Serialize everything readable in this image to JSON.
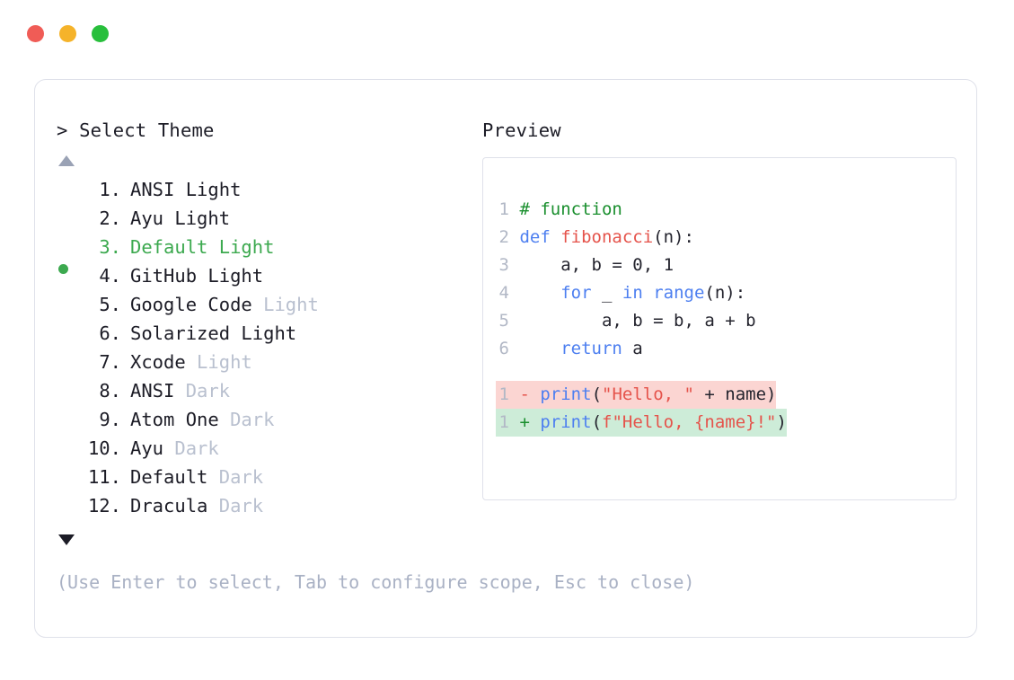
{
  "window": {
    "dots": [
      {
        "name": "close",
        "color": "#f05c56"
      },
      {
        "name": "minimize",
        "color": "#f5b32a"
      },
      {
        "name": "maximize",
        "color": "#28bf3c"
      }
    ]
  },
  "prompt": {
    "chevron": ">",
    "title": "Select Theme",
    "scroll_up_icon": "triangle-up",
    "scroll_down_icon": "triangle-down"
  },
  "themes": [
    {
      "number": "1.",
      "name": "ANSI",
      "variant": "Light",
      "variant_muted": false,
      "selected": false
    },
    {
      "number": "2.",
      "name": "Ayu",
      "variant": "Light",
      "variant_muted": false,
      "selected": false
    },
    {
      "number": "3.",
      "name": "Default",
      "variant": "Light",
      "variant_muted": false,
      "selected": true
    },
    {
      "number": "4.",
      "name": "GitHub",
      "variant": "Light",
      "variant_muted": false,
      "selected": false
    },
    {
      "number": "5.",
      "name": "Google Code",
      "variant": "Light",
      "variant_muted": true,
      "selected": false
    },
    {
      "number": "6.",
      "name": "Solarized",
      "variant": "Light",
      "variant_muted": false,
      "selected": false
    },
    {
      "number": "7.",
      "name": "Xcode",
      "variant": "Light",
      "variant_muted": true,
      "selected": false
    },
    {
      "number": "8.",
      "name": "ANSI",
      "variant": "Dark",
      "variant_muted": true,
      "selected": false
    },
    {
      "number": "9.",
      "name": "Atom One",
      "variant": "Dark",
      "variant_muted": true,
      "selected": false
    },
    {
      "number": "10.",
      "name": "Ayu",
      "variant": "Dark",
      "variant_muted": true,
      "selected": false
    },
    {
      "number": "11.",
      "name": "Default",
      "variant": "Dark",
      "variant_muted": true,
      "selected": false
    },
    {
      "number": "12.",
      "name": "Dracula",
      "variant": "Dark",
      "variant_muted": true,
      "selected": false
    }
  ],
  "preview": {
    "title": "Preview",
    "code_lines": [
      {
        "gutter": "1",
        "tokens": [
          {
            "t": "# function",
            "c": "com"
          }
        ]
      },
      {
        "gutter": "2",
        "tokens": [
          {
            "t": "def ",
            "c": "kw"
          },
          {
            "t": "fibonacci",
            "c": "fn"
          },
          {
            "t": "(n):",
            "c": "txt"
          }
        ]
      },
      {
        "gutter": "3",
        "tokens": [
          {
            "t": "    a, b = ",
            "c": "txt"
          },
          {
            "t": "0",
            "c": "num"
          },
          {
            "t": ", ",
            "c": "txt"
          },
          {
            "t": "1",
            "c": "num"
          }
        ]
      },
      {
        "gutter": "4",
        "tokens": [
          {
            "t": "    ",
            "c": "txt"
          },
          {
            "t": "for",
            "c": "kw"
          },
          {
            "t": " _ ",
            "c": "txt"
          },
          {
            "t": "in",
            "c": "kw"
          },
          {
            "t": " ",
            "c": "txt"
          },
          {
            "t": "range",
            "c": "kw"
          },
          {
            "t": "(n):",
            "c": "txt"
          }
        ]
      },
      {
        "gutter": "5",
        "tokens": [
          {
            "t": "        a, b = b, a + b",
            "c": "txt"
          }
        ]
      },
      {
        "gutter": "6",
        "tokens": [
          {
            "t": "    ",
            "c": "txt"
          },
          {
            "t": "return",
            "c": "kw"
          },
          {
            "t": " a",
            "c": "txt"
          }
        ]
      }
    ],
    "diff_lines": [
      {
        "kind": "del",
        "gutter": "1",
        "marker": "-",
        "tokens": [
          {
            "t": "print",
            "c": "kw"
          },
          {
            "t": "(",
            "c": "txt"
          },
          {
            "t": "\"Hello, \"",
            "c": "str"
          },
          {
            "t": " + name)",
            "c": "txt"
          }
        ]
      },
      {
        "kind": "add",
        "gutter": "1",
        "marker": "+",
        "tokens": [
          {
            "t": "print",
            "c": "kw"
          },
          {
            "t": "(",
            "c": "txt"
          },
          {
            "t": "f\"Hello, {name}!\"",
            "c": "str"
          },
          {
            "t": ")",
            "c": "txt"
          }
        ]
      }
    ]
  },
  "footer": {
    "hint": "(Use Enter to select, Tab to configure scope, Esc to close)"
  },
  "colors": {
    "selected": "#3ca94f",
    "muted": "#b9c0cf",
    "text": "#1c1c26",
    "border": "#dfe1ea",
    "diff_del_bg": "#fbd5d2",
    "diff_add_bg": "#cdecd8",
    "comment": "#1a8f2e",
    "keyword": "#4d7ff0",
    "function": "#e5534b",
    "string": "#e5534b"
  }
}
